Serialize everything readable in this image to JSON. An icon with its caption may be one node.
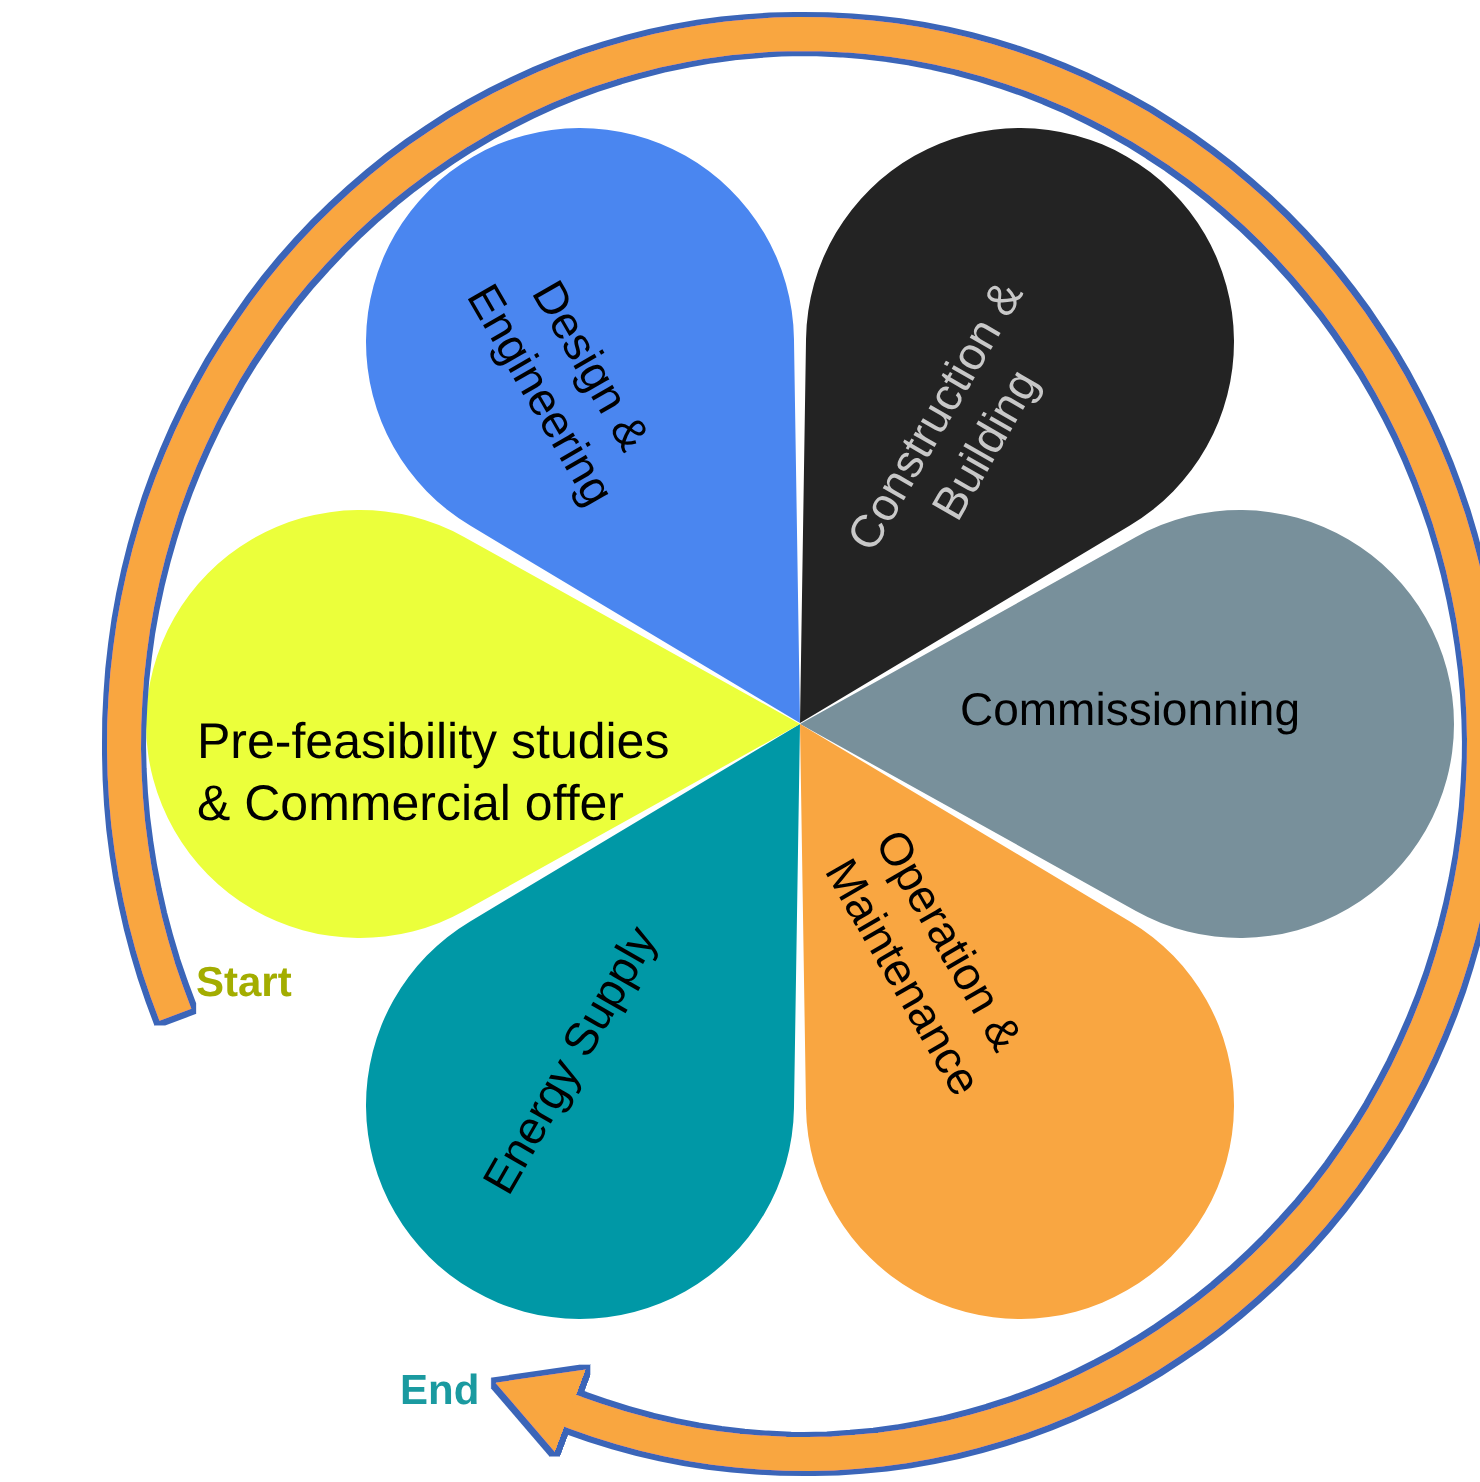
{
  "diagram": {
    "nodes": [
      {
        "text": [
          "Design & Engineering"
        ]
      },
      {
        "text": [
          "Construction & Building"
        ]
      },
      {
        "text": [
          "Commissionning"
        ]
      },
      {
        "text": [
          "Operation & Maintenance"
        ]
      },
      {
        "text": [
          "Energy Supply"
        ]
      },
      {
        "text": [
          "Pre-feasibility studies & Commercial offer"
        ]
      },
      {
        "text": [
          "Start"
        ]
      },
      {
        "text": [
          "End"
        ]
      }
    ],
    "edges": [
      {
        "from": 6,
        "to": 7,
        "arrow": "to"
      }
    ]
  }
}
